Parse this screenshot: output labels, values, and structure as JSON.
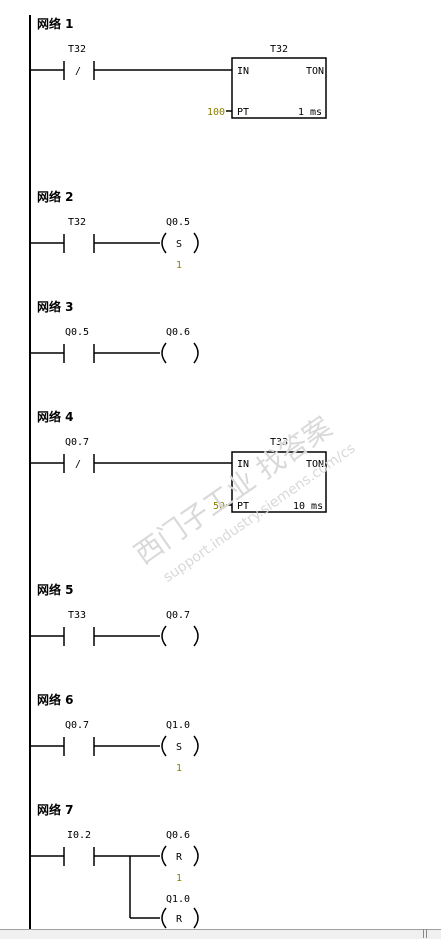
{
  "networks": [
    {
      "title": "网络 1"
    },
    {
      "title": "网络 2"
    },
    {
      "title": "网络 3"
    },
    {
      "title": "网络 4"
    },
    {
      "title": "网络 5"
    },
    {
      "title": "网络 6"
    },
    {
      "title": "网络 7"
    }
  ],
  "contacts": [
    {
      "address": "T32",
      "type": "NC"
    },
    {
      "address": "T32",
      "type": "NO"
    },
    {
      "address": "Q0.5",
      "type": "NO"
    },
    {
      "address": "Q0.7",
      "type": "NC"
    },
    {
      "address": "T33",
      "type": "NO"
    },
    {
      "address": "Q0.7",
      "type": "NO"
    },
    {
      "address": "I0.2",
      "type": "NO"
    }
  ],
  "nc_symbol": "/",
  "timers": [
    {
      "name": "T32",
      "in_label": "IN",
      "type_label": "TON",
      "pt_label": "PT",
      "pt_value": "100",
      "resolution": "1 ms"
    },
    {
      "name": "T33",
      "in_label": "IN",
      "type_label": "TON",
      "pt_label": "PT",
      "pt_value": "50",
      "resolution": "10 ms"
    }
  ],
  "coils": [
    {
      "address": "Q0.5",
      "op": "S",
      "count": "1"
    },
    {
      "address": "Q0.6",
      "op": "",
      "count": ""
    },
    {
      "address": "Q0.7",
      "op": "",
      "count": ""
    },
    {
      "address": "Q1.0",
      "op": "S",
      "count": "1"
    },
    {
      "address": "Q0.6",
      "op": "R",
      "count": "1"
    },
    {
      "address": "Q1.0",
      "op": "R",
      "count": ""
    }
  ],
  "watermark": {
    "line1": "西门子工业  找答案",
    "line2": "support.industry.siemens.com/cs"
  },
  "colors": {
    "line": "#000000",
    "param": "#8b8000",
    "background": "#ffffff"
  }
}
